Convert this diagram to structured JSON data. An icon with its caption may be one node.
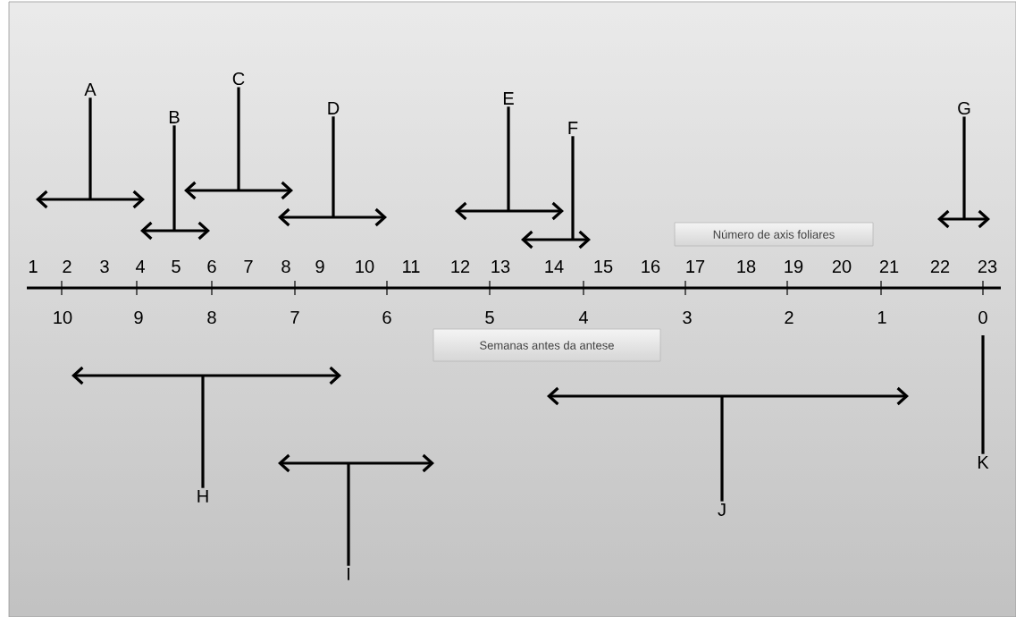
{
  "diagram": {
    "nodes": [
      {
        "text": [
          "A"
        ]
      },
      {
        "text": [
          "B"
        ]
      },
      {
        "text": [
          "C"
        ]
      },
      {
        "text": [
          "D"
        ]
      },
      {
        "text": [
          "E"
        ]
      },
      {
        "text": [
          "F"
        ]
      },
      {
        "text": [
          "G"
        ]
      },
      {
        "text": [
          "H"
        ]
      },
      {
        "text": [
          "I"
        ]
      },
      {
        "text": [
          "J"
        ]
      },
      {
        "text": [
          "K"
        ]
      },
      {
        "text": [
          "Número de axis foliares"
        ]
      },
      {
        "text": [
          "Semanas antes da antese"
        ]
      }
    ],
    "edges": [
      {
        "from": 0,
        "to": null,
        "arrow": "none"
      },
      {
        "from": 1,
        "to": null,
        "arrow": "none"
      },
      {
        "from": 2,
        "to": null,
        "arrow": "none"
      },
      {
        "from": 3,
        "to": null,
        "arrow": "none"
      },
      {
        "from": 4,
        "to": null,
        "arrow": "none"
      },
      {
        "from": 5,
        "to": null,
        "arrow": "none"
      },
      {
        "from": 6,
        "to": null,
        "arrow": "none"
      },
      {
        "from": 7,
        "to": null,
        "arrow": "none"
      },
      {
        "from": 8,
        "to": null,
        "arrow": "none"
      },
      {
        "from": 9,
        "to": null,
        "arrow": "none"
      },
      {
        "from": 10,
        "to": null,
        "arrow": "none"
      }
    ],
    "labels": [
      "1",
      "2",
      "3",
      "4",
      "5",
      "6",
      "7",
      "8",
      "9",
      "10",
      "11",
      "12",
      "13",
      "14",
      "15",
      "16",
      "17",
      "18",
      "19",
      "20",
      "21",
      "22",
      "23",
      "10",
      "9",
      "8",
      "7",
      "6",
      "5",
      "4",
      "3",
      "2",
      "1",
      "0"
    ]
  }
}
